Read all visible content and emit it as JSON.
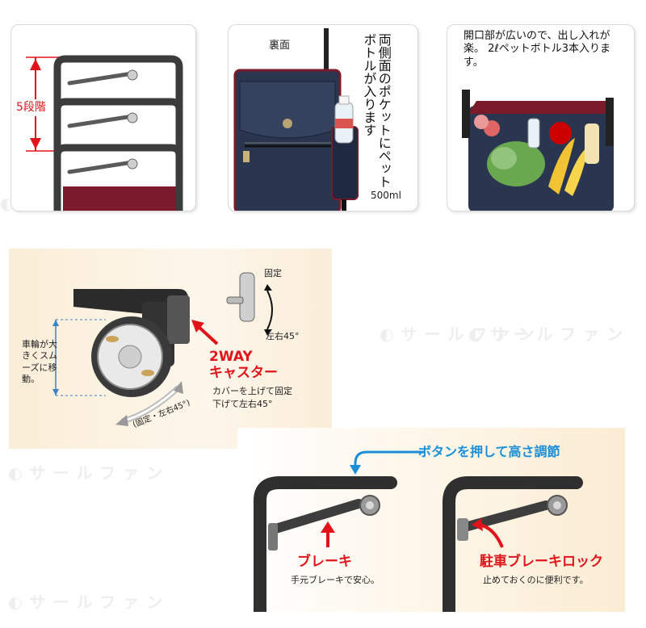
{
  "handle_card": {
    "label": "5段階"
  },
  "back_card": {
    "title": "裏面",
    "vertical_text": "両側面のポケットにペットボトルが入ります",
    "capacity": "500ml"
  },
  "open_card": {
    "text": "開口部が広いので、出し入れが楽。 2ℓペットボトル3本入ります。"
  },
  "caster": {
    "lock_label": "固定",
    "swivel_label": "左右45°",
    "wheel_note": "車輪が大きくスムーズに移動。",
    "title_line1": "2WAY",
    "title_line2": "キャスター",
    "desc_line1": "カバーを上げて固定",
    "desc_line2": "下げて左右45°",
    "arc_label": "(固定・左右45°)"
  },
  "brake": {
    "headline": "ボタンを押して高さ調節",
    "brake_title": "ブレーキ",
    "brake_desc": "手元ブレーキで安心。",
    "lock_title": "駐車ブレーキロック",
    "lock_desc": "止めておくのに便利です。"
  },
  "colors": {
    "accent_red": "#e1141b",
    "accent_blue": "#1a8fd8",
    "bag_navy": "#2a3550",
    "bag_wine": "#7a1a2a"
  }
}
